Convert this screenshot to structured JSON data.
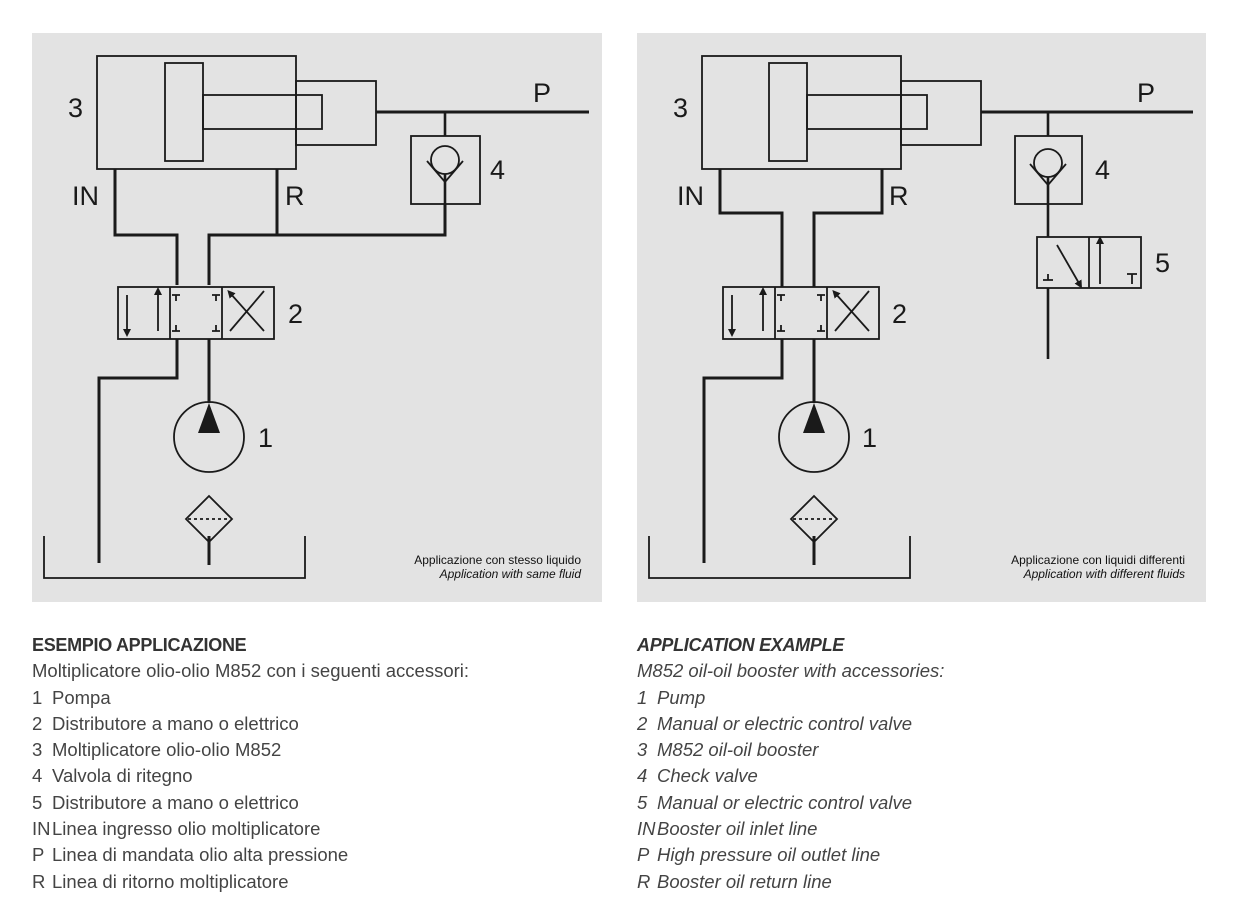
{
  "diagram_labels": {
    "booster": "3",
    "pressure_line": "P",
    "inlet": "IN",
    "return": "R",
    "check_valve": "4",
    "control_valve": "2",
    "pump": "1",
    "second_valve": "5"
  },
  "left_panel": {
    "caption_it": "Applicazione con stesso liquido",
    "caption_en": "Application with same fluid"
  },
  "right_panel": {
    "caption_it": "Applicazione con liquidi differenti",
    "caption_en": "Application with different fluids"
  },
  "legend_it": {
    "heading": "ESEMPIO APPLICAZIONE",
    "intro": "Moltiplicatore olio-olio M852 con i seguenti accessori:",
    "items": [
      {
        "key": "1",
        "text": "Pompa"
      },
      {
        "key": "2",
        "text": "Distributore a mano o elettrico"
      },
      {
        "key": "3",
        "text": "Moltiplicatore olio-olio M852"
      },
      {
        "key": "4",
        "text": "Valvola di ritegno"
      },
      {
        "key": "5",
        "text": "Distributore a mano o elettrico"
      },
      {
        "key": "IN",
        "text": "Linea ingresso olio moltiplicatore"
      },
      {
        "key": "P",
        "text": "Linea di mandata olio alta pressione"
      },
      {
        "key": "R",
        "text": "Linea di ritorno moltiplicatore"
      }
    ]
  },
  "legend_en": {
    "heading": "APPLICATION EXAMPLE",
    "intro": "M852 oil-oil booster with accessories:",
    "items": [
      {
        "key": "1",
        "text": "Pump"
      },
      {
        "key": "2",
        "text": "Manual or electric control valve"
      },
      {
        "key": "3",
        "text": "M852 oil-oil booster"
      },
      {
        "key": "4",
        "text": "Check valve"
      },
      {
        "key": "5",
        "text": "Manual or electric control valve"
      },
      {
        "key": "IN",
        "text": "Booster oil inlet line"
      },
      {
        "key": "P",
        "text": "High pressure oil outlet line"
      },
      {
        "key": "R",
        "text": "Booster oil return line"
      }
    ]
  }
}
